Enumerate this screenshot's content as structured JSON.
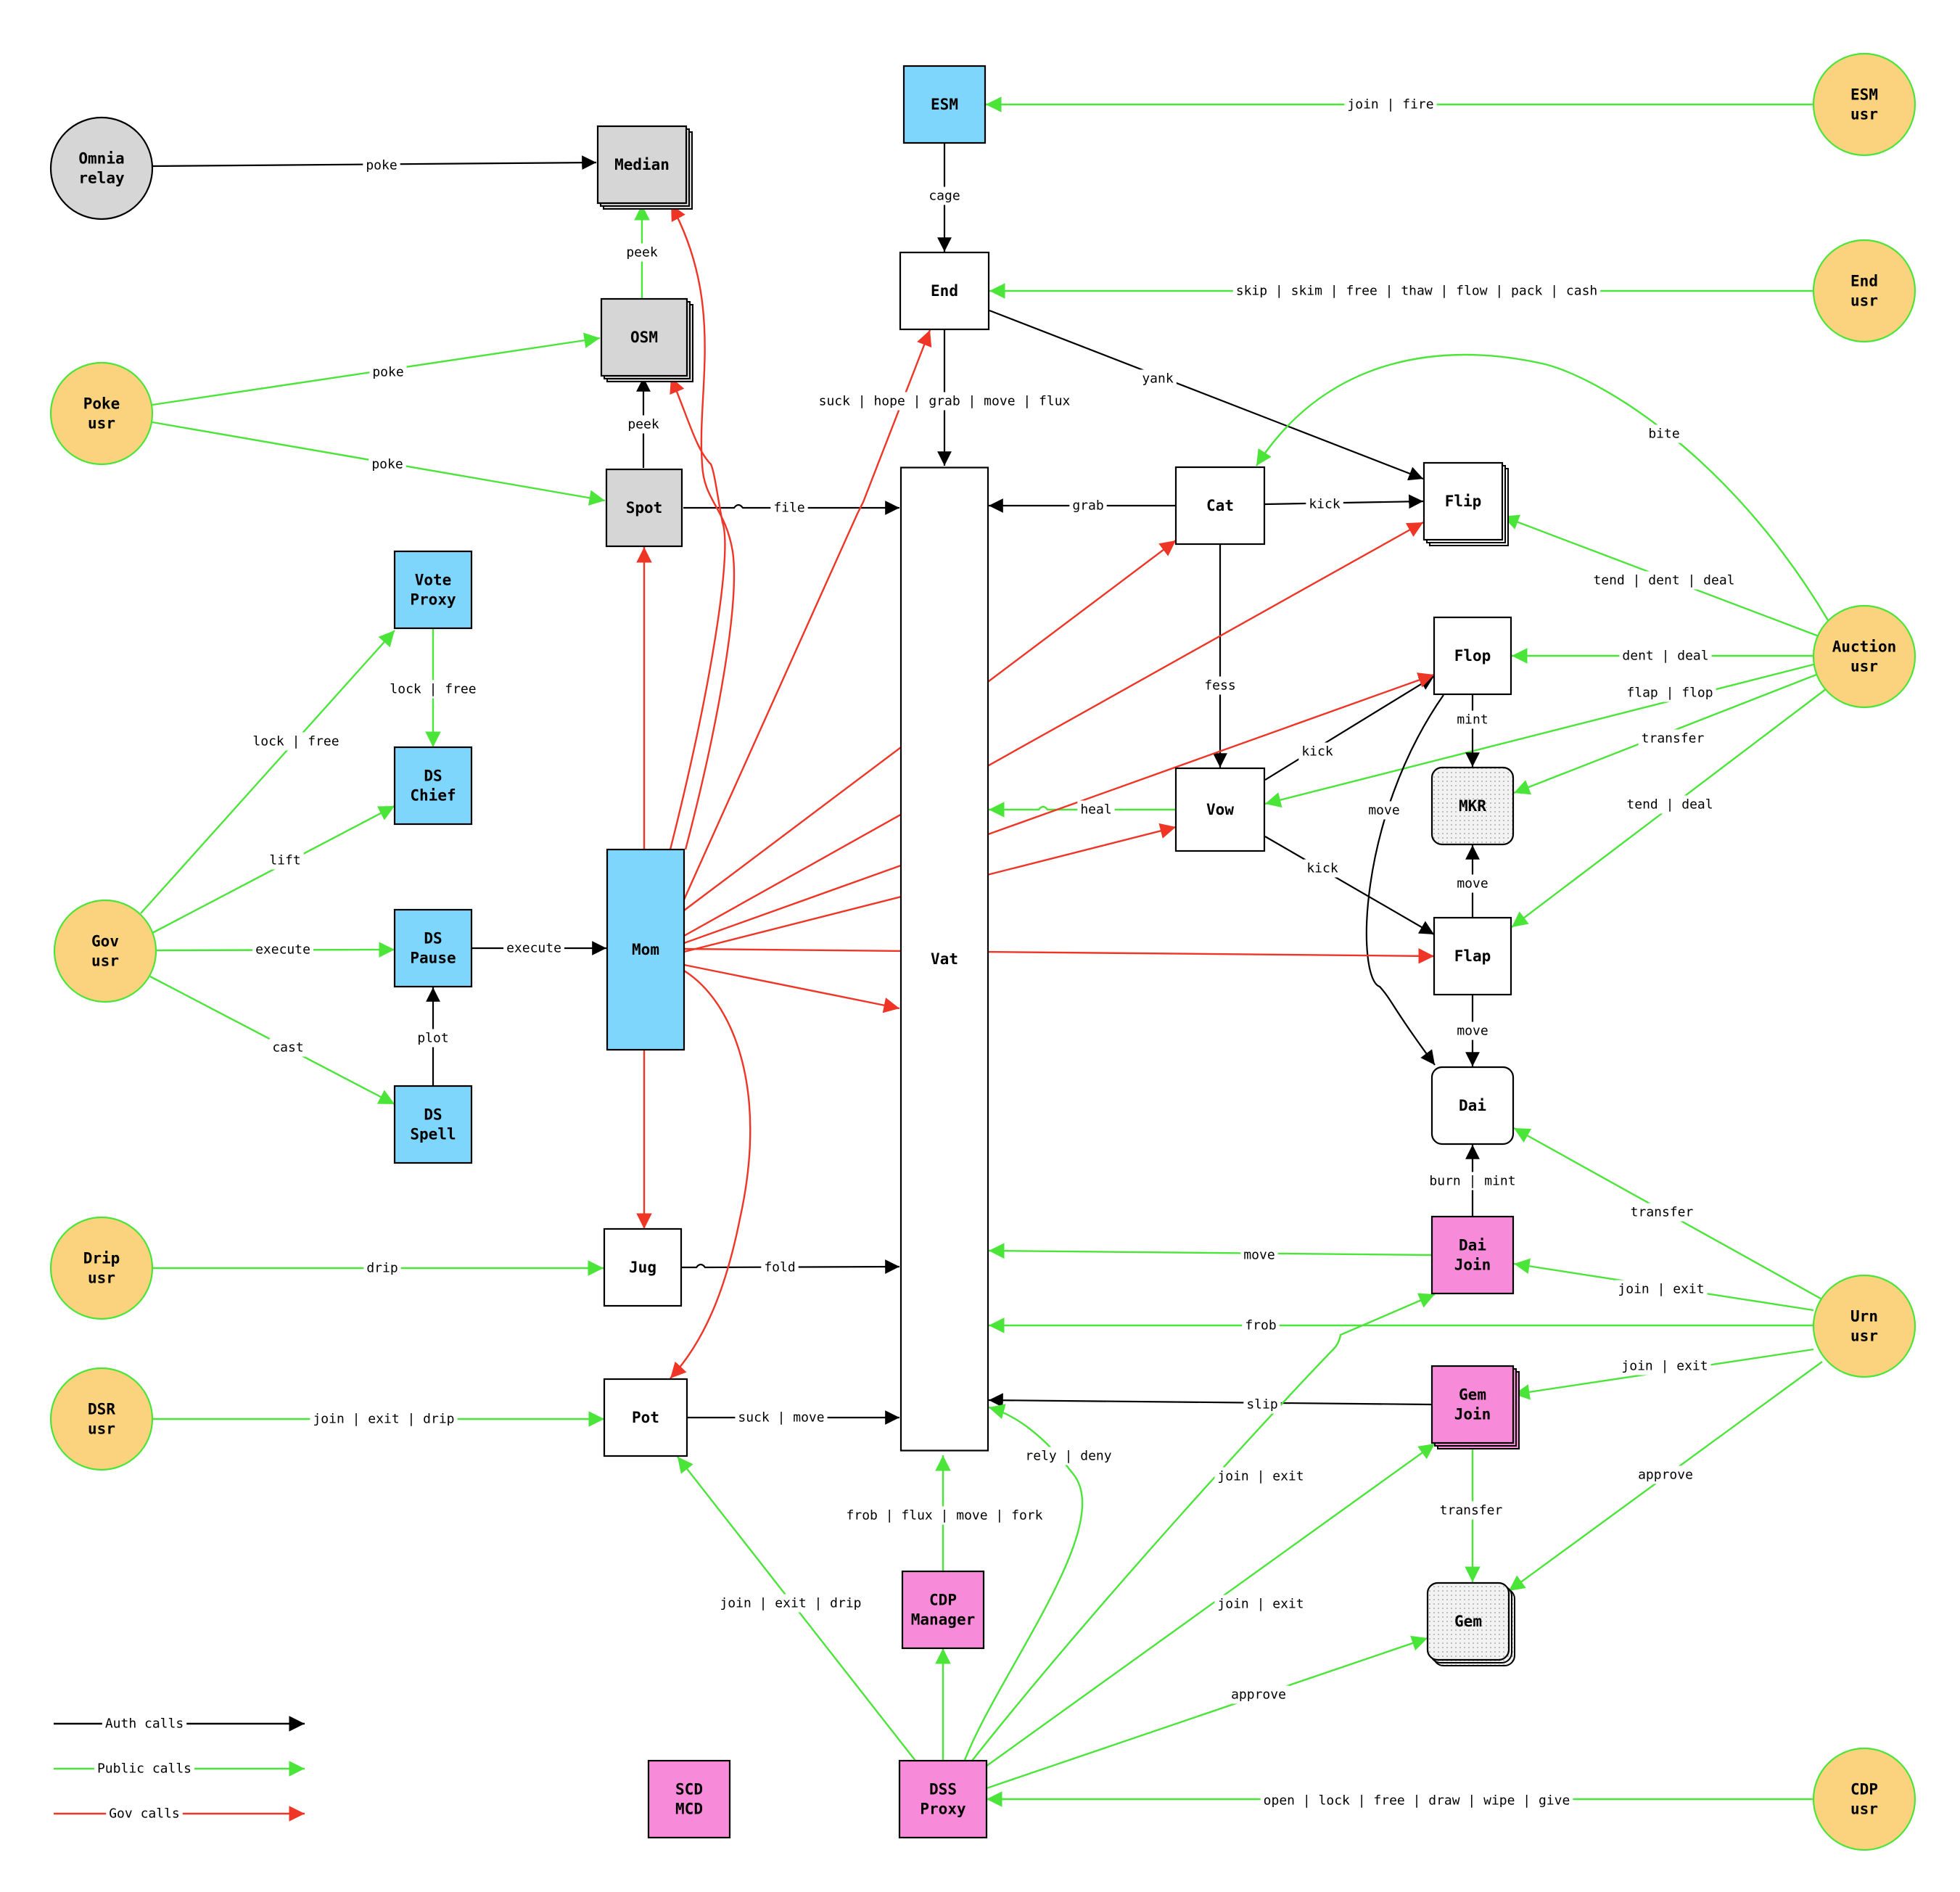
{
  "colors": {
    "auth": "#000000",
    "public": "#4be53a",
    "gov": "#ee3526",
    "blue": "#7fd6fd",
    "pink": "#f88bd9",
    "gray": "#d6d6d6",
    "user": "#fbd27d",
    "user_border": "#4be53a",
    "white": "#ffffff"
  },
  "nodes": {
    "omnia": {
      "label": [
        "Omnia",
        "relay"
      ]
    },
    "median": {
      "label": [
        "Median"
      ]
    },
    "osm": {
      "label": [
        "OSM"
      ]
    },
    "spot": {
      "label": [
        "Spot"
      ]
    },
    "poke_usr": {
      "label": [
        "Poke",
        "usr"
      ]
    },
    "esm": {
      "label": [
        "ESM"
      ]
    },
    "esm_usr": {
      "label": [
        "ESM",
        "usr"
      ]
    },
    "end": {
      "label": [
        "End"
      ]
    },
    "end_usr": {
      "label": [
        "End",
        "usr"
      ]
    },
    "vat": {
      "label": [
        "Vat"
      ]
    },
    "cat": {
      "label": [
        "Cat"
      ]
    },
    "flip": {
      "label": [
        "Flip"
      ]
    },
    "flop": {
      "label": [
        "Flop"
      ]
    },
    "vow": {
      "label": [
        "Vow"
      ]
    },
    "mkr": {
      "label": [
        "MKR"
      ]
    },
    "flap": {
      "label": [
        "Flap"
      ]
    },
    "dai": {
      "label": [
        "Dai"
      ]
    },
    "auction_usr": {
      "label": [
        "Auction",
        "usr"
      ]
    },
    "vote_proxy": {
      "label": [
        "Vote",
        "Proxy"
      ]
    },
    "ds_chief": {
      "label": [
        "DS",
        "Chief"
      ]
    },
    "ds_pause": {
      "label": [
        "DS",
        "Pause"
      ]
    },
    "ds_spell": {
      "label": [
        "DS",
        "Spell"
      ]
    },
    "gov_usr": {
      "label": [
        "Gov",
        "usr"
      ]
    },
    "mom": {
      "label": [
        "Mom"
      ]
    },
    "drip_usr": {
      "label": [
        "Drip",
        "usr"
      ]
    },
    "jug": {
      "label": [
        "Jug"
      ]
    },
    "dsr_usr": {
      "label": [
        "DSR",
        "usr"
      ]
    },
    "pot": {
      "label": [
        "Pot"
      ]
    },
    "dai_join": {
      "label": [
        "Dai",
        "Join"
      ]
    },
    "gem_join": {
      "label": [
        "Gem",
        "Join"
      ]
    },
    "gem": {
      "label": [
        "Gem"
      ]
    },
    "urn_usr": {
      "label": [
        "Urn",
        "usr"
      ]
    },
    "cdp_manager": {
      "label": [
        "CDP",
        "Manager"
      ]
    },
    "dss_proxy": {
      "label": [
        "DSS",
        "Proxy"
      ]
    },
    "scd_mcd": {
      "label": [
        "SCD",
        "MCD"
      ]
    },
    "cdp_usr": {
      "label": [
        "CDP",
        "usr"
      ]
    }
  },
  "edges": {
    "omnia_median": "poke",
    "osm_median": "peek",
    "poke_osm": "poke",
    "poke_spot": "poke",
    "spot_osm": "peek",
    "spot_vat": "file",
    "esm_usr_esm": "join | fire",
    "esm_end": "cage",
    "end_usr_end": "skip | skim | free | thaw | flow | pack | cash",
    "end_vat": "suck | hope | grab | move | flux",
    "end_flip": "yank",
    "cat_vat": "grab",
    "cat_flip": "kick",
    "auction_cat": "bite",
    "auction_flip": "tend | dent | deal",
    "auction_flop": "dent | deal",
    "auction_vow": "flap | flop",
    "auction_mkr": "transfer",
    "auction_flap": "tend | deal",
    "cat_vow": "fess",
    "flop_mkr": "mint",
    "vow_flop": "kick",
    "vow_vat": "heal",
    "flop_dai": "move",
    "vow_flap": "kick",
    "flap_mkr": "move",
    "flap_dai": "move",
    "vote_chief": "lock | free",
    "gov_vote": "lock | free",
    "gov_chief": "lift",
    "gov_pause": "execute",
    "gov_spell": "cast",
    "pause_mom": "execute",
    "spell_pause": "plot",
    "drip_jug": "drip",
    "jug_vat": "fold",
    "dsr_pot": "join | exit | drip",
    "pot_vat": "suck | move",
    "dai_join_dai": "burn | mint",
    "dai_join_vat": "move",
    "urn_dai": "transfer",
    "urn_dai_join": "join | exit",
    "urn_vat": "frob",
    "urn_gem_join": "join | exit",
    "gem_join_vat": "slip",
    "gem_join_gem": "transfer",
    "urn_gem": "approve",
    "dss_vat": "rely | deny",
    "cdp_manager_vat": "frob | flux | move | fork",
    "dss_pot": "join | exit | drip",
    "dss_dai_join": "join | exit",
    "dss_gem_join": "join | exit",
    "dss_gem": "approve",
    "cdp_usr_dss": "open | lock | free | draw | wipe | give"
  },
  "legend": {
    "auth": "Auth calls",
    "public": "Public calls",
    "gov": "Gov calls"
  }
}
